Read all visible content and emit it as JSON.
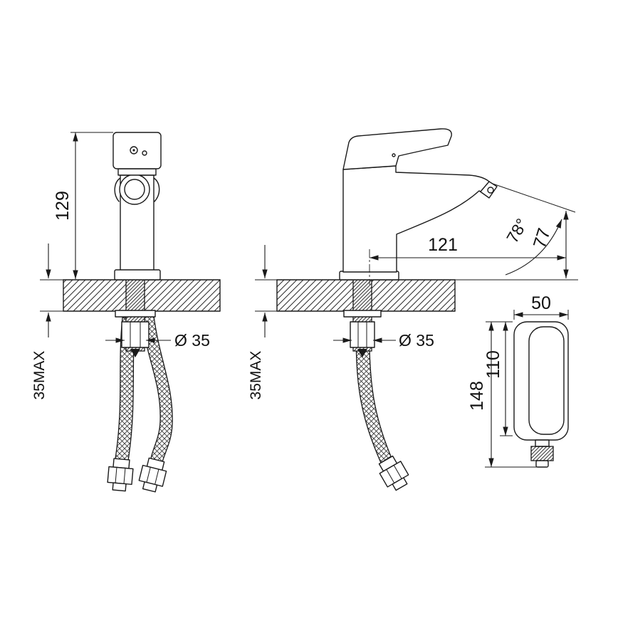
{
  "page": {
    "background": "#ffffff"
  },
  "drawing": {
    "type": "technical-drawing",
    "subject": "bidet-faucet-dimensional-drawing",
    "line_color": "#1a1a1a",
    "views": [
      "front-view",
      "side-view",
      "profile-view"
    ]
  },
  "dimensions": {
    "front_height": "129",
    "front_deck_max": "35MAX",
    "front_shank_diameter": "Ø 35",
    "side_reach": "121",
    "side_spout_angle": "78°",
    "side_outlet_height": "77",
    "side_shank_diameter": "Ø 35",
    "side_deck_max": "35MAX",
    "profile_width": "50",
    "profile_body_height": "110",
    "profile_total_height": "148"
  }
}
